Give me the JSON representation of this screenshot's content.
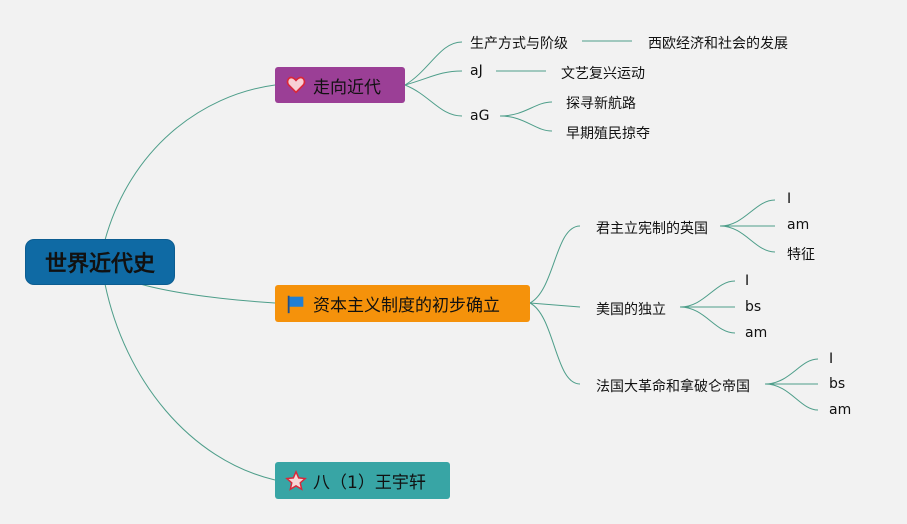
{
  "root": {
    "label": "世界近代史"
  },
  "branches": [
    {
      "label": "走向近代",
      "icon": "heart-icon",
      "color": "#9b3f96",
      "children": [
        {
          "label": "生产方式与阶级",
          "children": [
            "西欧经济和社会的发展"
          ]
        },
        {
          "label": "aJ",
          "children": [
            "文艺复兴运动"
          ]
        },
        {
          "label": "aG",
          "children": [
            "探寻新航路",
            "早期殖民掠夺"
          ]
        }
      ]
    },
    {
      "label": "资本主义制度的初步确立",
      "icon": "flag-icon",
      "color": "#f5920b",
      "children": [
        {
          "label": "君主立宪制的英国",
          "children": [
            "I",
            "am",
            "特征"
          ]
        },
        {
          "label": "美国的独立",
          "children": [
            "I",
            "bs",
            "am"
          ]
        },
        {
          "label": "法国大革命和拿破仑帝国",
          "children": [
            "I",
            "bs",
            "am"
          ]
        }
      ]
    },
    {
      "label": "八（1）王宇轩",
      "icon": "star-icon",
      "color": "#38a5a5",
      "children": []
    }
  ],
  "connector_color": "#4e9e8a"
}
